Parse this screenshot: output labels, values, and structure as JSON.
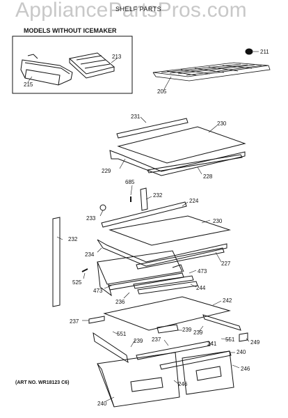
{
  "watermark": "AppliancePartsPros.com",
  "subtitle": "SHELF PARTS",
  "inset": {
    "title": "MODELS WITHOUT ICEMAKER"
  },
  "art_no": "(ART NO. WR18123 C6)",
  "labels": [
    "213",
    "215",
    "211",
    "205",
    "231",
    "230",
    "229",
    "228",
    "685",
    "232",
    "224",
    "233",
    "230",
    "232",
    "234",
    "227",
    "525",
    "473",
    "473",
    "244",
    "236",
    "242",
    "237",
    "239",
    "239",
    "551",
    "239",
    "237",
    "241",
    "551",
    "249",
    "240",
    "246",
    "246",
    "240"
  ]
}
